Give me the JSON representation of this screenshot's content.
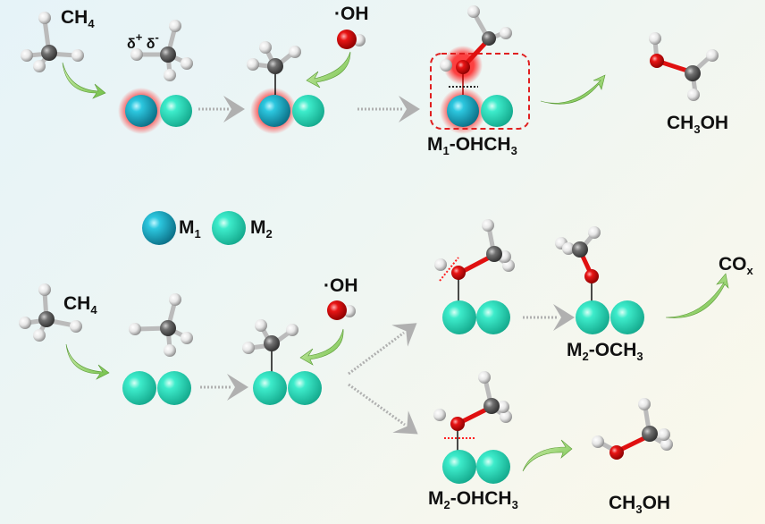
{
  "colors": {
    "m1_metal": "#1fb6cf",
    "m2_metal": "#38e8c8",
    "oxygen": "#e01010",
    "carbon": "#6b6b6b",
    "hydrogen": "#e8e8e8",
    "highlight_glow": "#ff3030",
    "curved_arrow": "#8fd26a",
    "dotted_arrow": "#b0b0b0",
    "dashed_box": "#e02020"
  },
  "legend": {
    "m1": {
      "symbol": "M",
      "sub": "1"
    },
    "m2": {
      "symbol": "M",
      "sub": "2"
    }
  },
  "top_pathway": {
    "ch4_label": {
      "main": "CH",
      "sub": "4"
    },
    "polarization_label": {
      "delta_plus": "δ",
      "plus": "+",
      "delta_minus": "δ",
      "minus": "-"
    },
    "oh_radical_label": {
      "dot": "·",
      "main": "OH"
    },
    "intermediate_label": {
      "m": "M",
      "sub": "1",
      "rest": "-OHCH",
      "sub2": "3"
    },
    "product_label": {
      "a": "CH",
      "sub": "3",
      "b": "OH"
    }
  },
  "bottom_pathway": {
    "ch4_label": {
      "main": "CH",
      "sub": "4"
    },
    "oh_radical_label": {
      "dot": "·",
      "main": "OH"
    },
    "methoxy_label": {
      "m": "M",
      "sub": "2",
      "rest": "-OCH",
      "sub2": "3"
    },
    "cox_label": {
      "main": "CO",
      "sub": "x"
    },
    "intermediate_label": {
      "m": "M",
      "sub": "2",
      "rest": "-OHCH",
      "sub2": "3"
    },
    "product_label": {
      "a": "CH",
      "sub": "3",
      "b": "OH"
    }
  }
}
